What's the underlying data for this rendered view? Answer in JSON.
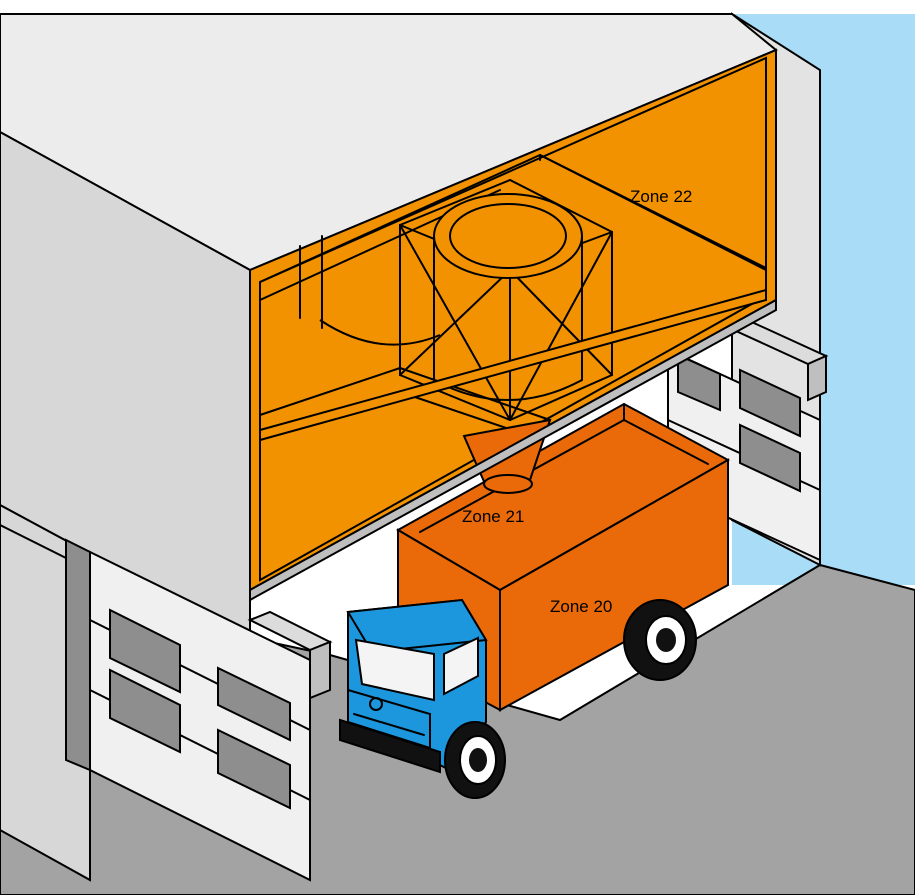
{
  "zones": [
    {
      "id": "zone-22",
      "label": "Zone 22"
    },
    {
      "id": "zone-21",
      "label": "Zone 21"
    },
    {
      "id": "zone-20",
      "label": "Zone 20"
    }
  ],
  "colors": {
    "sky": "#a9dcf6",
    "ground": "#a3a3a3",
    "wall_front": "#d7d7d7",
    "wall_roof": "#ececec",
    "zone_22_fill": "#f29200",
    "zone_20_fill": "#ea6a0a",
    "truck_cab": "#1c97dd",
    "door_panel": "#f0f0f0",
    "door_window": "#8e8e8e"
  }
}
